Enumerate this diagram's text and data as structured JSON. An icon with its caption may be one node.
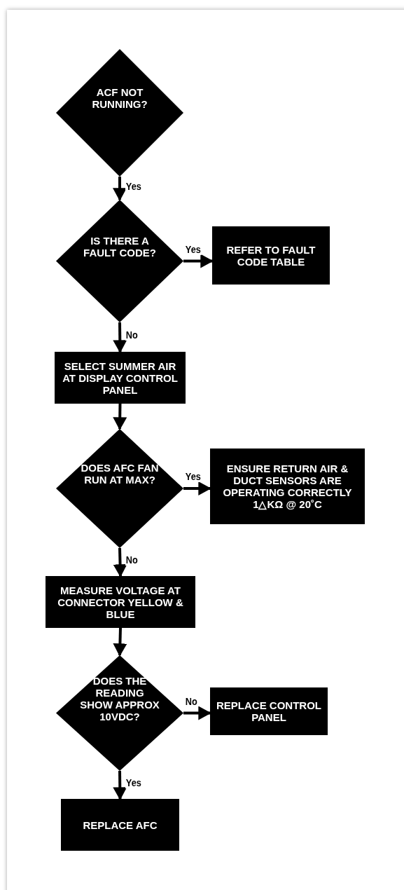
{
  "diagram": {
    "nodes": [
      {
        "text": [
          "ACF NOT RUNNING?"
        ]
      },
      {
        "text": [
          "IS THERE A FAULT CODE?"
        ]
      },
      {
        "text": [
          "REFER TO FAULT CODE TABLE"
        ]
      },
      {
        "text": [
          "SELECT SUMMER AIR AT DISPLAY CONTROL PANEL"
        ]
      },
      {
        "text": [
          "DOES AFC FAN RUN AT MAX?"
        ]
      },
      {
        "text": [
          "ENSURE RETURN AIR & DUCT SENSORS ARE OPERATING CORRECTLY 1△KΩ @ 20˚C"
        ]
      },
      {
        "text": [
          "MEASURE VOLTAGE AT CONNECTOR YELLOW & BLUE"
        ]
      },
      {
        "text": [
          "DOES THE READING SHOW APPROX 10VDC?"
        ]
      },
      {
        "text": [
          "REPLACE CONTROL PANEL"
        ]
      },
      {
        "text": [
          "REPLACE AFC"
        ]
      }
    ],
    "edges": [
      {
        "from": 0,
        "to": 1,
        "arrow": "to",
        "label": "Yes"
      },
      {
        "from": 1,
        "to": 2,
        "arrow": "to",
        "label": "Yes"
      },
      {
        "from": 1,
        "to": 3,
        "arrow": "to",
        "label": "No"
      },
      {
        "from": 3,
        "to": 4,
        "arrow": "to"
      },
      {
        "from": 4,
        "to": 5,
        "arrow": "to",
        "label": "Yes"
      },
      {
        "from": 4,
        "to": 6,
        "arrow": "to",
        "label": "No"
      },
      {
        "from": 6,
        "to": 7,
        "arrow": "to"
      },
      {
        "from": 7,
        "to": 8,
        "arrow": "to",
        "label": "No"
      },
      {
        "from": 7,
        "to": 9,
        "arrow": "to",
        "label": "Yes"
      }
    ]
  }
}
